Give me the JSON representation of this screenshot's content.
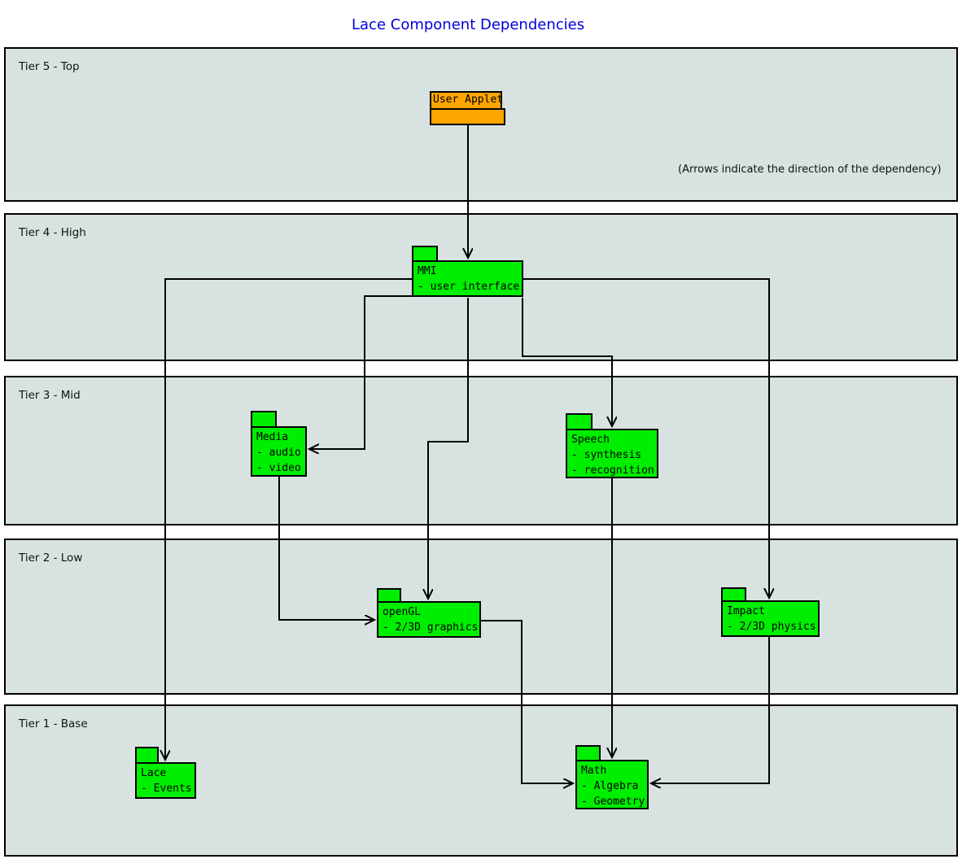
{
  "title": "Lace Component Dependencies",
  "annotation": "(Arrows indicate the direction of the dependency)",
  "colors": {
    "title": "#0000dd",
    "band_fill": "#d8e3e1",
    "band_border": "#000000",
    "component_fill": "#00ee00",
    "user_applet_fill": "#ffa500",
    "line": "#000000"
  },
  "tiers": [
    {
      "label": "Tier 5 - Top"
    },
    {
      "label": "Tier 4 - High"
    },
    {
      "label": "Tier 3 - Mid"
    },
    {
      "label": "Tier 2 - Low"
    },
    {
      "label": "Tier 1 - Base"
    }
  ],
  "components": {
    "user_applet": {
      "title": "User Applet",
      "lines": []
    },
    "mmi": {
      "title": "MMI",
      "lines": [
        "- user interface"
      ]
    },
    "media": {
      "title": "Media",
      "lines": [
        "- audio",
        "- video"
      ]
    },
    "speech": {
      "title": "Speech",
      "lines": [
        "- synthesis",
        "- recognition"
      ]
    },
    "opengl": {
      "title": "openGL",
      "lines": [
        "- 2/3D graphics"
      ]
    },
    "impact": {
      "title": "Impact",
      "lines": [
        "- 2/3D physics"
      ]
    },
    "lace": {
      "title": "Lace",
      "lines": [
        "- Events"
      ]
    },
    "math": {
      "title": "Math",
      "lines": [
        "- Algebra",
        "- Geometry"
      ]
    }
  },
  "edges": [
    {
      "from": "user_applet",
      "to": "mmi"
    },
    {
      "from": "mmi",
      "to": "lace"
    },
    {
      "from": "mmi",
      "to": "impact"
    },
    {
      "from": "mmi",
      "to": "media"
    },
    {
      "from": "mmi",
      "to": "opengl"
    },
    {
      "from": "mmi",
      "to": "speech"
    },
    {
      "from": "media",
      "to": "opengl"
    },
    {
      "from": "speech",
      "to": "math"
    },
    {
      "from": "opengl",
      "to": "math"
    },
    {
      "from": "impact",
      "to": "math"
    }
  ]
}
